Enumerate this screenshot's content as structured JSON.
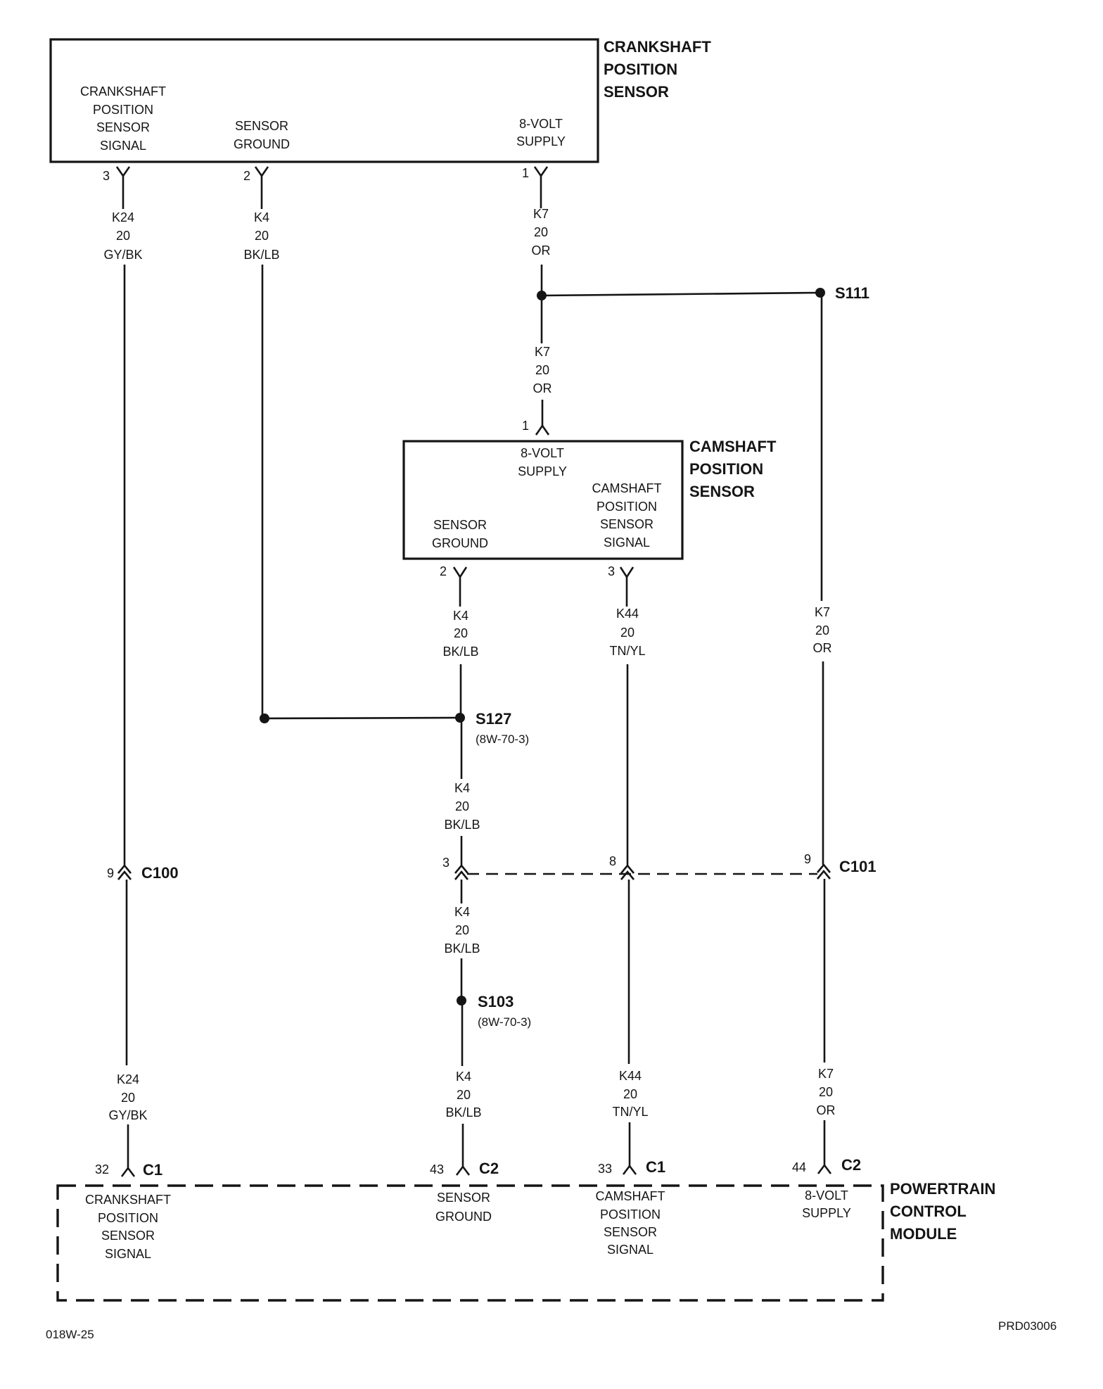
{
  "crankshaft_sensor": {
    "title": [
      "CRANKSHAFT",
      "POSITION",
      "SENSOR"
    ],
    "signal_label": [
      "CRANKSHAFT",
      "POSITION",
      "SENSOR",
      "SIGNAL"
    ],
    "ground_label": [
      "SENSOR",
      "GROUND"
    ],
    "supply_label": [
      "8-VOLT",
      "SUPPLY"
    ],
    "pin_signal": "3",
    "pin_ground": "2",
    "pin_supply": "1"
  },
  "camshaft_sensor": {
    "title": [
      "CAMSHAFT",
      "POSITION",
      "SENSOR"
    ],
    "supply_label": [
      "8-VOLT",
      "SUPPLY"
    ],
    "signal_label": [
      "CAMSHAFT",
      "POSITION",
      "SENSOR",
      "SIGNAL"
    ],
    "ground_label": [
      "SENSOR",
      "GROUND"
    ],
    "pin_supply": "1",
    "pin_ground": "2",
    "pin_signal": "3"
  },
  "wires": {
    "crank_signal_upper": {
      "circuit": "K24",
      "gauge": "20",
      "color": "GY/BK"
    },
    "crank_ground_upper": {
      "circuit": "K4",
      "gauge": "20",
      "color": "BK/LB"
    },
    "crank_supply_upper": {
      "circuit": "K7",
      "gauge": "20",
      "color": "OR"
    },
    "cam_supply": {
      "circuit": "K7",
      "gauge": "20",
      "color": "OR"
    },
    "cam_ground_upper": {
      "circuit": "K4",
      "gauge": "20",
      "color": "BK/LB"
    },
    "cam_signal_upper": {
      "circuit": "K44",
      "gauge": "20",
      "color": "TN/YL"
    },
    "supply_branch_upper": {
      "circuit": "K7",
      "gauge": "20",
      "color": "OR"
    },
    "ground_below_s127": {
      "circuit": "K4",
      "gauge": "20",
      "color": "BK/LB"
    },
    "ground_below_c101": {
      "circuit": "K4",
      "gauge": "20",
      "color": "BK/LB"
    },
    "crank_signal_lower": {
      "circuit": "K24",
      "gauge": "20",
      "color": "GY/BK"
    },
    "ground_lower": {
      "circuit": "K4",
      "gauge": "20",
      "color": "BK/LB"
    },
    "cam_signal_lower": {
      "circuit": "K44",
      "gauge": "20",
      "color": "TN/YL"
    },
    "supply_lower": {
      "circuit": "K7",
      "gauge": "20",
      "color": "OR"
    }
  },
  "splices": {
    "s111": {
      "name": "S111"
    },
    "s127": {
      "name": "S127",
      "ref": "(8W-70-3)"
    },
    "s103": {
      "name": "S103",
      "ref": "(8W-70-3)"
    }
  },
  "connectors": {
    "c100": {
      "name": "C100",
      "pin": "9"
    },
    "c101": {
      "name": "C101",
      "pins": [
        "3",
        "8",
        "9"
      ]
    }
  },
  "pcm": {
    "title": [
      "POWERTRAIN",
      "CONTROL",
      "MODULE"
    ],
    "crank_signal": {
      "pin": "32",
      "connector": "C1",
      "label": [
        "CRANKSHAFT",
        "POSITION",
        "SENSOR",
        "SIGNAL"
      ]
    },
    "sensor_ground": {
      "pin": "43",
      "connector": "C2",
      "label": [
        "SENSOR",
        "GROUND"
      ]
    },
    "cam_signal": {
      "pin": "33",
      "connector": "C1",
      "label": [
        "CAMSHAFT",
        "POSITION",
        "SENSOR",
        "SIGNAL"
      ]
    },
    "supply": {
      "pin": "44",
      "connector": "C2",
      "label": [
        "8-VOLT",
        "SUPPLY"
      ]
    }
  },
  "footer": {
    "left_code": "018W-25",
    "right_code": "PRD03006"
  }
}
